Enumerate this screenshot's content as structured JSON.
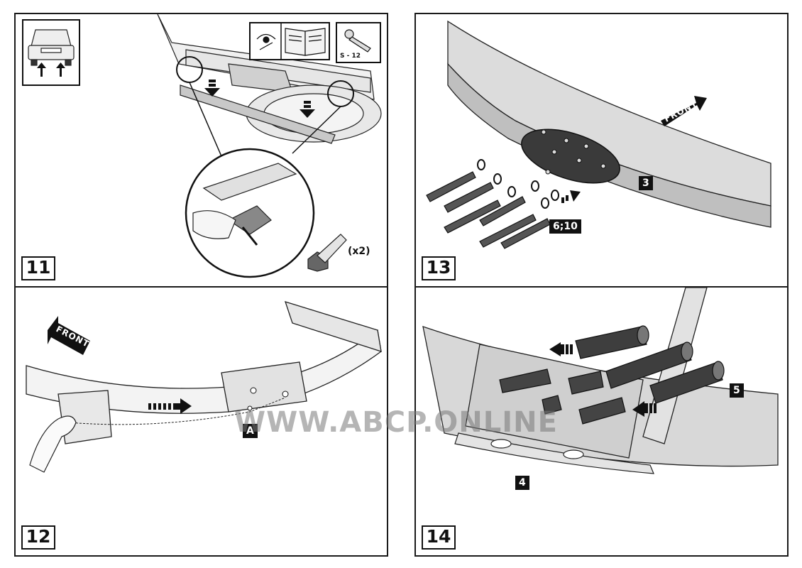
{
  "steps": {
    "s11": {
      "number": "11",
      "bolt_qty": "(x2)",
      "tool_label": "S - 12"
    },
    "s12": {
      "number": "12",
      "front_label": "FRONT",
      "part_label": "A"
    },
    "s13": {
      "number": "13",
      "front_label": "FRONT",
      "plate_label": "3",
      "bolt_label": "6;10"
    },
    "s14": {
      "number": "14",
      "spacer_label": "5",
      "plate_label": "4"
    }
  },
  "watermark": "WWW.ABCP.ONLINE",
  "colors": {
    "line": "#1a1a1a",
    "metal_light": "#d9d9d9",
    "metal_dark": "#5a5a5a",
    "plate": "#3a3a3a",
    "watermark": "#808080"
  }
}
